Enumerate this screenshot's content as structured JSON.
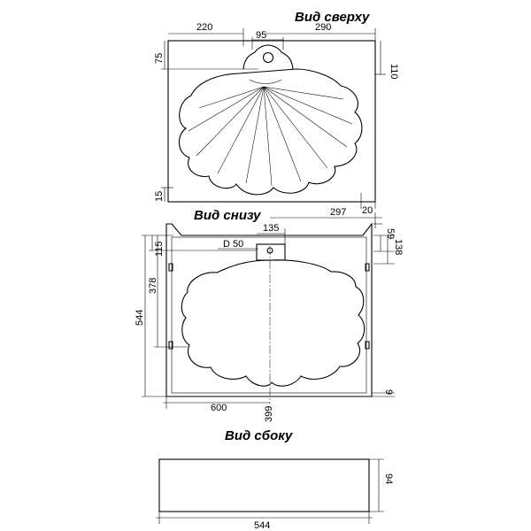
{
  "views": {
    "top": {
      "title": "Вид сверху"
    },
    "bottom": {
      "title": "Вид снизу"
    },
    "side": {
      "title": "Вид сбоку"
    }
  },
  "dimensions": {
    "top_left_width": "220",
    "top_right_width": "290",
    "top_overflow_width": "95",
    "top_overflow_depth": "75",
    "top_back_depth": "110",
    "top_front_gap": "15",
    "top_side_gap": "20",
    "bottom_right_offset": "297",
    "bottom_drain_offset": "135",
    "bottom_drain_diameter": "D 50",
    "bottom_rear_small": "59",
    "bottom_rear_total": "138",
    "bottom_drain_depth": "115",
    "bottom_inner_depth": "378",
    "bottom_total_depth": "544",
    "bottom_width": "600",
    "bottom_center_offset": "399",
    "bottom_front_gap": "9",
    "side_height": "94",
    "side_width": "544"
  }
}
